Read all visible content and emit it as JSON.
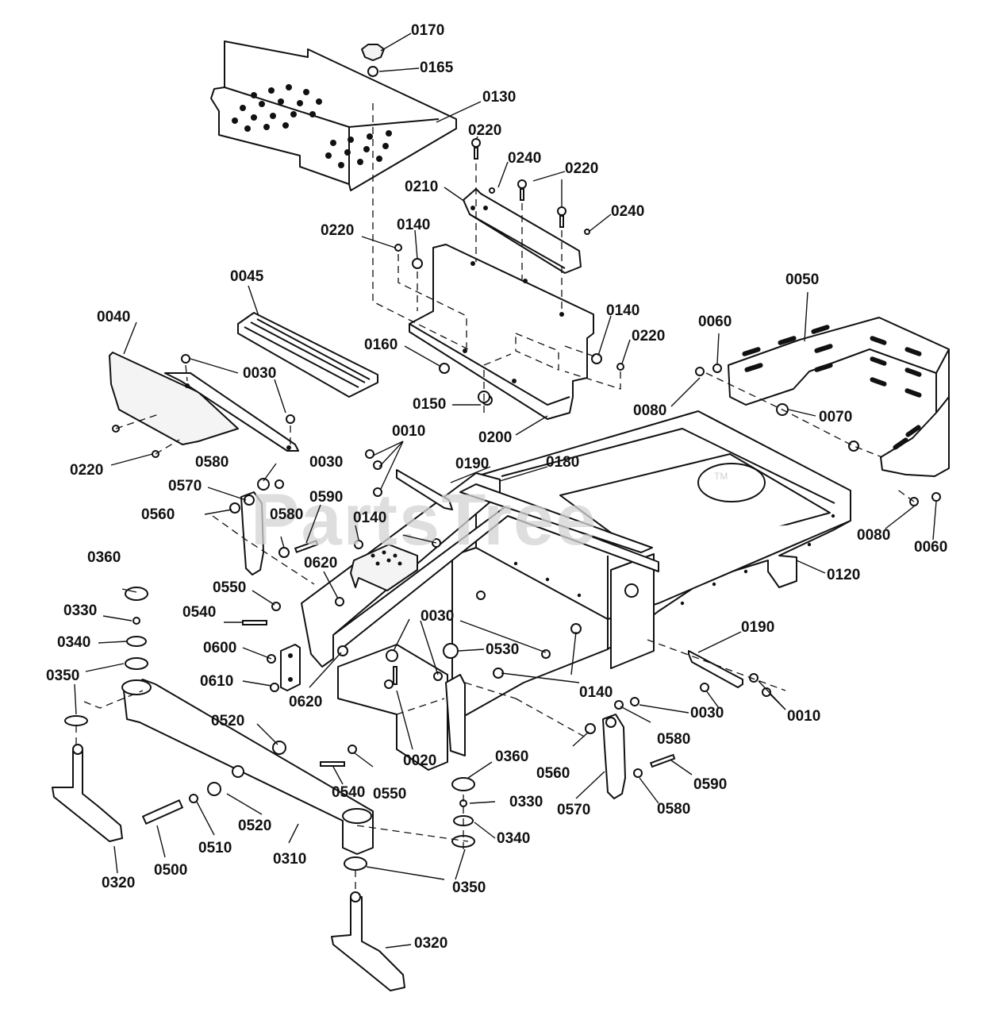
{
  "watermark": {
    "text": "PartsTree",
    "trademark": "TM"
  },
  "callouts": {
    "c0010": "0010",
    "c0020": "0020",
    "c0030": "0030",
    "c0040": "0040",
    "c0045": "0045",
    "c0050": "0050",
    "c0060": "0060",
    "c0070": "0070",
    "c0080": "0080",
    "c0120": "0120",
    "c0130": "0130",
    "c0140": "0140",
    "c0150": "0150",
    "c0160": "0160",
    "c0165": "0165",
    "c0170": "0170",
    "c0180": "0180",
    "c0190": "0190",
    "c0200": "0200",
    "c0210": "0210",
    "c0220": "0220",
    "c0240": "0240",
    "c0310": "0310",
    "c0320": "0320",
    "c0330": "0330",
    "c0340": "0340",
    "c0350": "0350",
    "c0360": "0360",
    "c0500": "0500",
    "c0510": "0510",
    "c0520": "0520",
    "c0530": "0530",
    "c0540": "0540",
    "c0550": "0550",
    "c0560": "0560",
    "c0570": "0570",
    "c0580": "0580",
    "c0590": "0590",
    "c0600": "0600",
    "c0610": "0610",
    "c0620": "0620"
  }
}
